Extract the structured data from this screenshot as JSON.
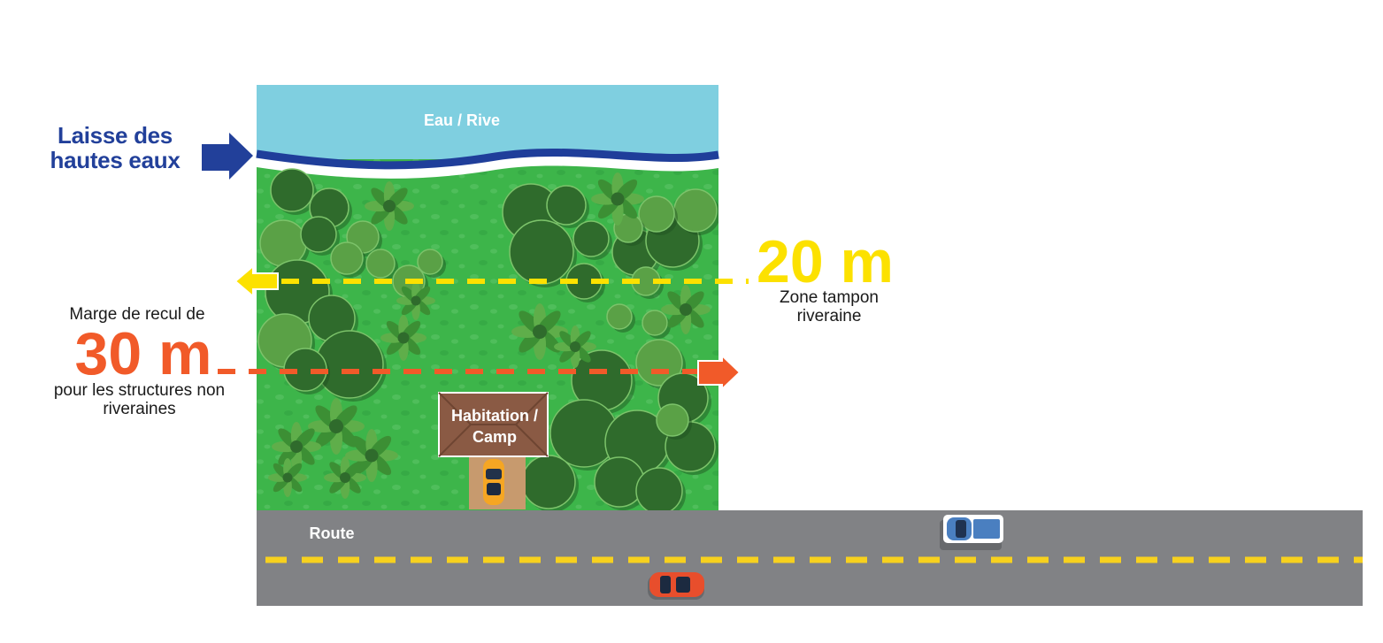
{
  "labels": {
    "water": "Eau / Rive",
    "high_water_mark": "Laisse des hautes eaux",
    "setback_prefix": "Marge de recul de",
    "setback_value": "30 m",
    "setback_suffix": "pour les structures non riveraines",
    "buffer_value": "20 m",
    "buffer_text": "Zone tampon riveraine",
    "house_line1": "Habitation /",
    "house_line2": "Camp",
    "road": "Route"
  },
  "colors": {
    "water": "#7fcfe0",
    "shoreline": "#1f3e9a",
    "grass": "#3db54a",
    "tree_light": "#5aa146",
    "tree_dark": "#2f6b2c",
    "road": "#818285",
    "road_line": "#f7d11e",
    "buffer_line": "#fce100",
    "setback_line": "#f15a29",
    "house_roof": "#8a5a44",
    "driveway": "#c79a6e"
  },
  "vehicles": [
    {
      "name": "driveway-car",
      "color": "#f5a623"
    },
    {
      "name": "road-truck",
      "color": "#4a7fc0"
    },
    {
      "name": "road-car",
      "color": "#e84e2c"
    }
  ]
}
